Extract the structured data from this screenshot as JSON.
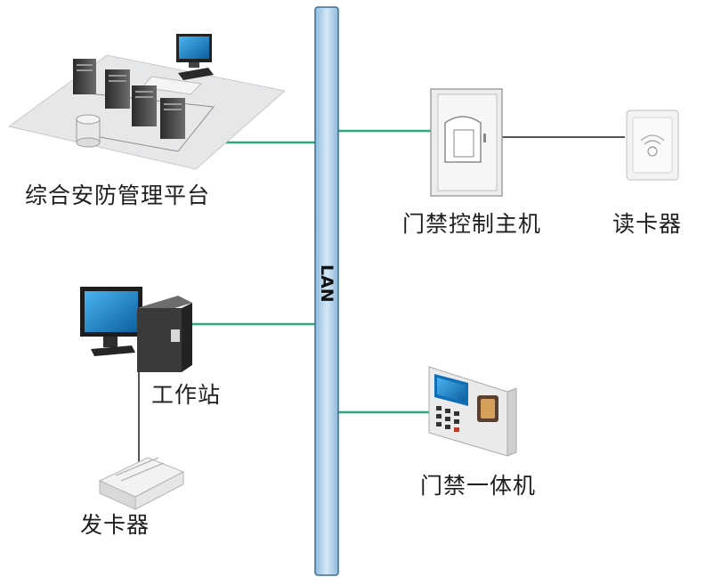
{
  "network": {
    "bus_label": "LAN"
  },
  "nodes": {
    "platform": "综合安防管理平台",
    "controller": "门禁控制主机",
    "card_reader": "读卡器",
    "workstation": "工作站",
    "card_issuer": "发卡器",
    "access_terminal": "门禁一体机"
  },
  "colors": {
    "bus_fill": "#b9d8ee",
    "bus_stroke": "#3a6f96",
    "link_green": "#2fa77e",
    "link_gray": "#555555",
    "monitor_screen": "#1a86d0"
  }
}
